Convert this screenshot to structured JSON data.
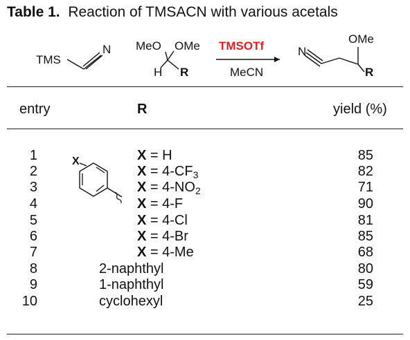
{
  "caption": {
    "label": "Table 1.",
    "text": "Reaction of TMSACN with various acetals"
  },
  "scheme": {
    "reactant1": {
      "silyl": "TMS",
      "nitrile_n": "N"
    },
    "reactant2": {
      "ome_left": "MeO",
      "ome_right": "OMe",
      "h": "H",
      "r": "R"
    },
    "reagent": "TMSOTf",
    "solvent": "MeCN",
    "product": {
      "nitrile_n": "N",
      "ome": "OMe",
      "r": "R"
    },
    "colors": {
      "reagent": "#e02020",
      "text": "#111111"
    }
  },
  "table": {
    "headers": {
      "entry": "entry",
      "r": "R",
      "yield": "yield (%)"
    },
    "substituent_label": "X",
    "rows": [
      {
        "entry": "1",
        "x_prefix": "X",
        "eq": " = ",
        "sub_main": "H",
        "sub_index": "",
        "sub_after": "",
        "yield": "85"
      },
      {
        "entry": "2",
        "x_prefix": "X",
        "eq": " = ",
        "sub_main": "4-CF",
        "sub_index": "3",
        "sub_after": "",
        "yield": "82"
      },
      {
        "entry": "3",
        "x_prefix": "X",
        "eq": " = ",
        "sub_main": "4-NO",
        "sub_index": "2",
        "sub_after": "",
        "yield": "71"
      },
      {
        "entry": "4",
        "x_prefix": "X",
        "eq": " = ",
        "sub_main": "4-F",
        "sub_index": "",
        "sub_after": "",
        "yield": "90"
      },
      {
        "entry": "5",
        "x_prefix": "X",
        "eq": " = ",
        "sub_main": "4-Cl",
        "sub_index": "",
        "sub_after": "",
        "yield": "81"
      },
      {
        "entry": "6",
        "x_prefix": "X",
        "eq": " = ",
        "sub_main": "4-Br",
        "sub_index": "",
        "sub_after": "",
        "yield": "85"
      },
      {
        "entry": "7",
        "x_prefix": "X",
        "eq": " = ",
        "sub_main": "4-Me",
        "sub_index": "",
        "sub_after": "",
        "yield": "68"
      },
      {
        "entry": "8",
        "r_text": "2-naphthyl",
        "yield": "80"
      },
      {
        "entry": "9",
        "r_text": "1-naphthyl",
        "yield": "59"
      },
      {
        "entry": "10",
        "r_text": "cyclohexyl",
        "yield": "25"
      }
    ]
  }
}
